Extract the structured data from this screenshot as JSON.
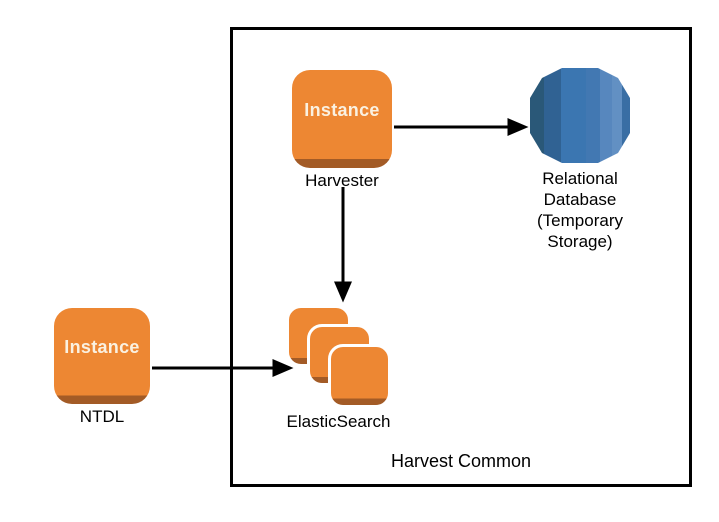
{
  "diagram": {
    "group": {
      "label": "Harvest Common"
    },
    "nodes": {
      "harvester": {
        "icon": "aws-instance",
        "icon_label": "Instance",
        "caption": "Harvester"
      },
      "relational_database": {
        "icon": "aws-rds-database-cylinder",
        "caption": "Relational\nDatabase\n(Temporary\nStorage)"
      },
      "elasticsearch": {
        "icon": "aws-instance-stack",
        "caption": "ElasticSearch"
      },
      "ntdl": {
        "icon": "aws-instance",
        "icon_label": "Instance",
        "caption": "NTDL"
      }
    },
    "connections": [
      {
        "from": "Harvester",
        "to": "Relational Database (Temporary Storage)",
        "direction": "right"
      },
      {
        "from": "Harvester",
        "to": "ElasticSearch",
        "direction": "down"
      },
      {
        "from": "NTDL",
        "to": "ElasticSearch",
        "direction": "right"
      }
    ],
    "colors": {
      "background": "#FFFFFF",
      "group_border": "#000000",
      "arrow": "#000000",
      "caption_text": "#000000",
      "instance_fill": "#ED8733",
      "instance_shadow": "#A35B26",
      "instance_label_text": "#FAF1E1",
      "database_stripes": [
        "#2A5878",
        "#306293",
        "#3B76B1",
        "#4278B2",
        "#5787BE",
        "#6290C3",
        "#396EA4"
      ]
    }
  }
}
